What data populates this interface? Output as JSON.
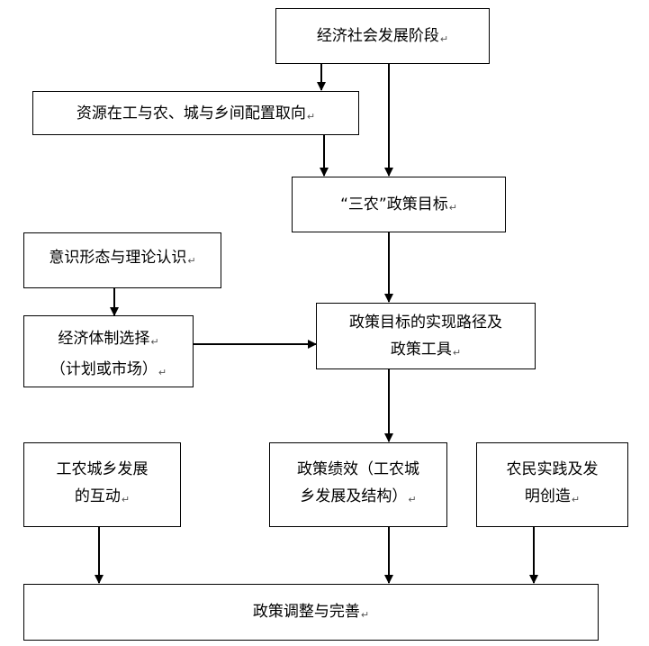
{
  "paragraph_mark": "↵",
  "nodes": {
    "stage": {
      "lines": [
        "经济社会发展阶段"
      ]
    },
    "resource": {
      "lines": [
        "资源在工与农、城与乡间配置取向"
      ]
    },
    "goal": {
      "lines": [
        "“三农”政策目标"
      ]
    },
    "ideology": {
      "lines": [
        "意识形态与理论认识"
      ]
    },
    "system": {
      "lines": [
        "经济体制选择",
        "（计划或市场）"
      ]
    },
    "path": {
      "lines": [
        "政策目标的实现路径及",
        "政策工具"
      ]
    },
    "interaction": {
      "lines": [
        "工农城乡发展",
        "的互动"
      ]
    },
    "performance": {
      "lines": [
        "政策绩效（工农城",
        "乡发展及结构）"
      ]
    },
    "farmers": {
      "lines": [
        "农民实践及发",
        "明创造"
      ]
    },
    "adjust": {
      "lines": [
        "政策调整与完善"
      ]
    }
  }
}
